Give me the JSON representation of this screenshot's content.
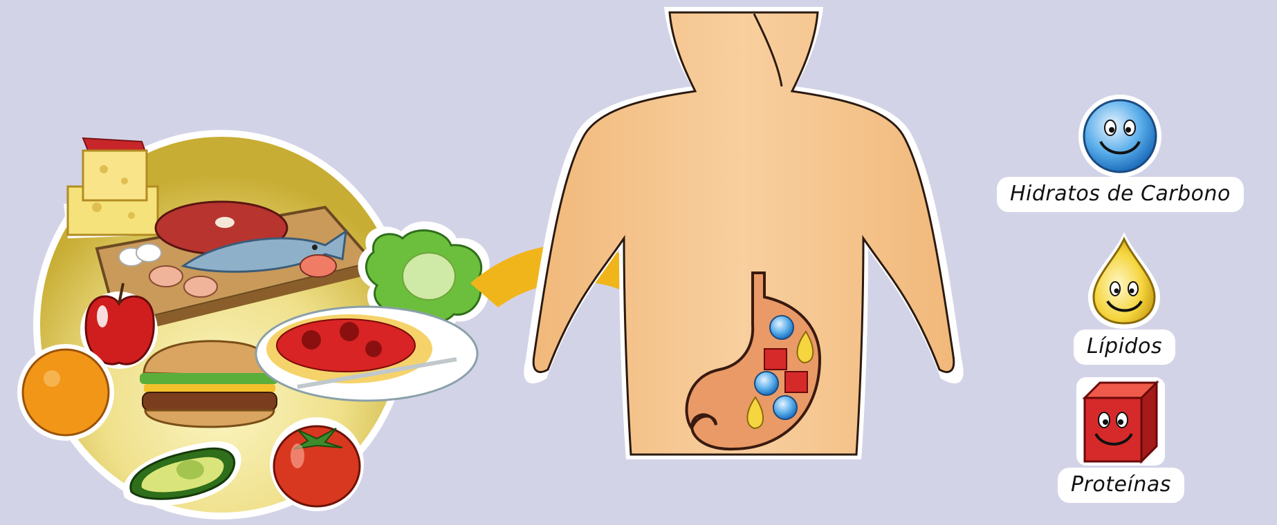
{
  "legend": {
    "carbohydrates": {
      "label": "Hidratos de Carbono",
      "color": "#3a96e0",
      "icon": "blue-smiley-ball-icon"
    },
    "lipids": {
      "label": "Lípidos",
      "color": "#f2cf3a",
      "icon": "yellow-smiley-drop-icon"
    },
    "proteins": {
      "label": "Proteínas",
      "color": "#d62a2a",
      "icon": "red-smiley-cube-icon"
    }
  },
  "colors": {
    "background": "#d3d3e8",
    "skin": "#f4c48f",
    "arrow": "#f1b51c",
    "food_circle": "#d8c24a",
    "stomach": "#e99a67"
  }
}
